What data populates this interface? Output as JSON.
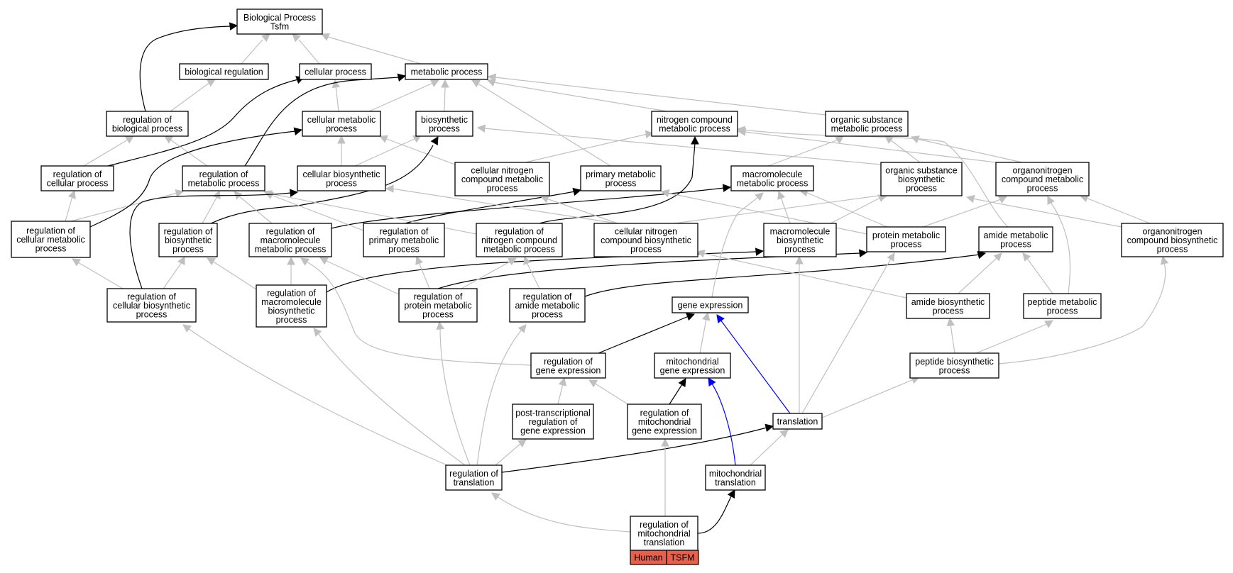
{
  "colors": {
    "gray": "#c0c0c0",
    "black": "#000000",
    "blue": "#0000ff",
    "tag_fill": "#e8604c"
  },
  "nodes": {
    "root": "Biological Process\nTsfm",
    "bioreg": "biological regulation",
    "cellproc": "cellular process",
    "metab": "metabolic process",
    "regbio": "regulation of\nbiological process",
    "cellmet": "cellular metabolic\nprocess",
    "biosyn": "biosynthetic\nprocess",
    "ncmp": "nitrogen compound\nmetabolic process",
    "osmp": "organic substance\nmetabolic process",
    "regcell": "regulation of\ncellular process",
    "regmet": "regulation of\nmetabolic process",
    "cellbiosyn": "cellular biosynthetic\nprocess",
    "cncmp": "cellular nitrogen\ncompound metabolic\nprocess",
    "primet": "primary metabolic\nprocess",
    "macmet": "macromolecule\nmetabolic process",
    "osbp": "organic substance\nbiosynthetic\nprocess",
    "oncmp": "organonitrogen\ncompound metabolic\nprocess",
    "regcellmet": "regulation of\ncellular metabolic\nprocess",
    "regbiosyn": "regulation of\nbiosynthetic\nprocess",
    "regmacmet": "regulation of\nmacromolecule\nmetabolic process",
    "regprimet": "regulation of\nprimary metabolic\nprocess",
    "regncmp": "regulation of\nnitrogen compound\nmetabolic process",
    "cncbp": "cellular nitrogen\ncompound biosynthetic\nprocess",
    "macbiosyn": "macromolecule\nbiosynthetic\nprocess",
    "protmet": "protein metabolic\nprocess",
    "amidemet": "amide metabolic\nprocess",
    "oncbp": "organonitrogen\ncompound biosynthetic\nprocess",
    "regcellbiosyn": "regulation of\ncellular biosynthetic\nprocess",
    "regmacbiosyn": "regulation of\nmacromolecule\nbiosynthetic\nprocess",
    "regprotmet": "regulation of\nprotein metabolic\nprocess",
    "regamidemet": "regulation of\namide metabolic\nprocess",
    "geneexp": "gene expression",
    "amidebiosyn": "amide biosynthetic\nprocess",
    "peptmet": "peptide metabolic\nprocess",
    "reggeneexp": "regulation of\ngene expression",
    "mitogeneexp": "mitochondrial\ngene expression",
    "peptbiosyn": "peptide biosynthetic\nprocess",
    "posttrans": "post-transcriptional\nregulation of\ngene expression",
    "regmitogeneexp": "regulation of\nmitochondrial\ngene expression",
    "translation": "translation",
    "regtrans": "regulation of\ntranslation",
    "mitotrans": "mitochondrial\ntranslation",
    "regmitotrans": "regulation of\nmitochondrial\ntranslation"
  },
  "annotation": {
    "organism": "Human",
    "gene": "TSFM"
  }
}
